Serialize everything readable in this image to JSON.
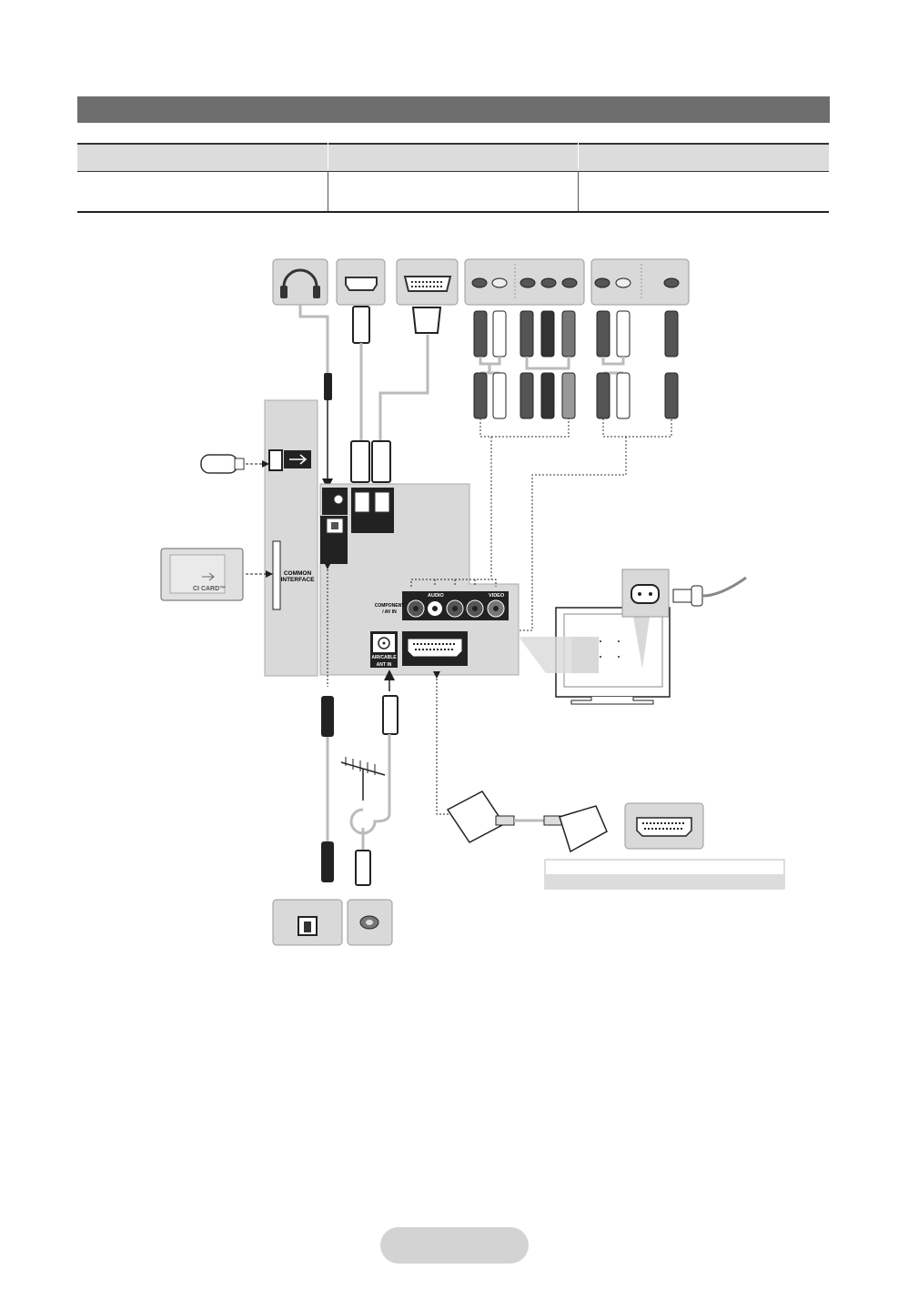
{
  "labels": {
    "common_interface_line1": "COMMON",
    "common_interface_line2": "INTERFACE",
    "ci_card": "CI CARD™",
    "component_line1": "COMPONENT",
    "component_line2": "/ AV IN",
    "audio": "AUDIO",
    "video": "VIDEO",
    "air_cable": "AIR/CABLE",
    "ant_in": "ANT IN"
  },
  "colors": {
    "panel": "#d9d9d9",
    "dark": "#1e1e1e",
    "header": "#6e6e6e",
    "pill": "#d3d3d3"
  },
  "icons": [
    "headphone-icon",
    "hdmi-port-icon",
    "dvi-port-icon",
    "rca-jack-icon",
    "usb-icon",
    "antenna-icon",
    "scart-port-icon",
    "power-socket-icon",
    "optical-port-icon"
  ]
}
